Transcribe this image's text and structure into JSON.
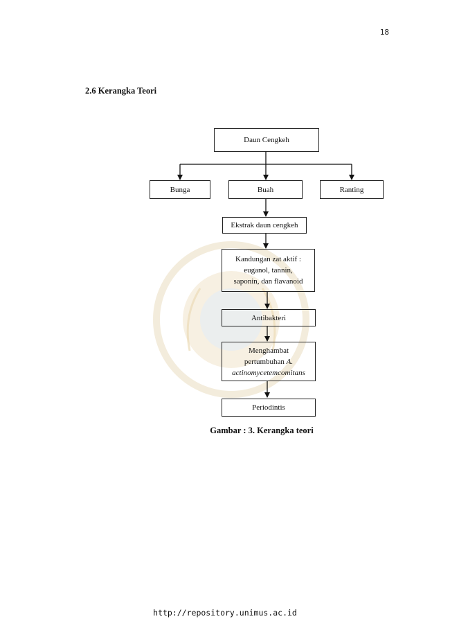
{
  "page": {
    "number": "18",
    "section_heading": "2.6  Kerangka Teori",
    "footer_url": "http://repository.unimus.ac.id"
  },
  "diagram": {
    "nodes": {
      "root": "Daun Cengkeh",
      "bunga": "Bunga",
      "buah": "Buah",
      "ranting": "Ranting",
      "ekstrak": "Ekstrak daun cengkeh",
      "kandungan": {
        "line1": "Kandungan zat aktif :",
        "line2": "euganol, tannin,",
        "line3": "saponin, dan flavanoid"
      },
      "antibakteri": "Antibakteri",
      "menghambat": {
        "line1": "Menghambat",
        "line2_prefix": "pertumbuhan ",
        "line2_italic": "A.",
        "line3_italic": "actinomycetemcomitans"
      },
      "periodintis": "Periodintis"
    },
    "caption": "Gambar : 3. Kerangka teori"
  },
  "watermark": {
    "type": "university-seal",
    "color": "#e8d9b8"
  }
}
